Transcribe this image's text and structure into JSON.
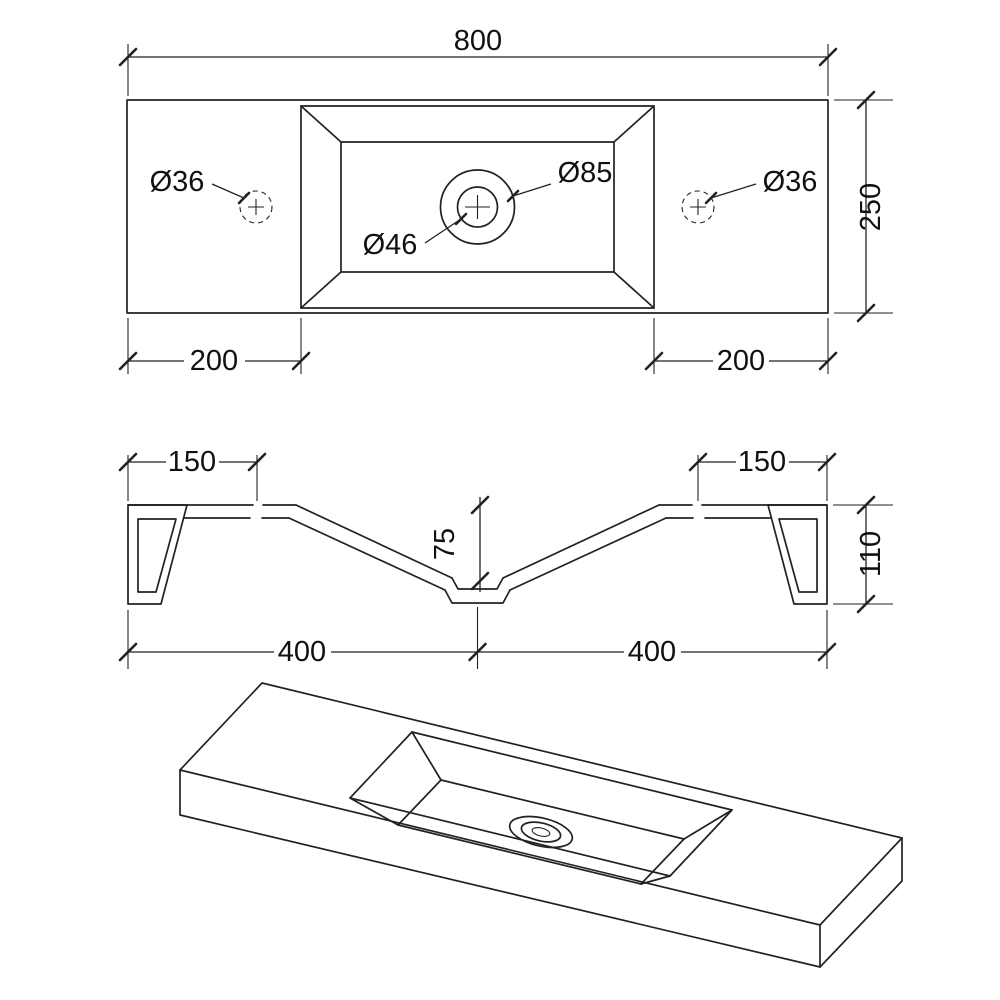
{
  "meta": {
    "background": "#ffffff",
    "line_color": "#222222"
  },
  "top_view": {
    "width": "800",
    "height": "250",
    "left_offset": "200",
    "right_offset": "200",
    "tap_hole_left": "Ø36",
    "tap_hole_right": "Ø36",
    "drain": "Ø46",
    "overflow": "Ø85"
  },
  "section_view": {
    "left_top": "150",
    "right_top": "150",
    "basin_depth": "75",
    "height": "110",
    "left_span": "400",
    "right_span": "400"
  }
}
